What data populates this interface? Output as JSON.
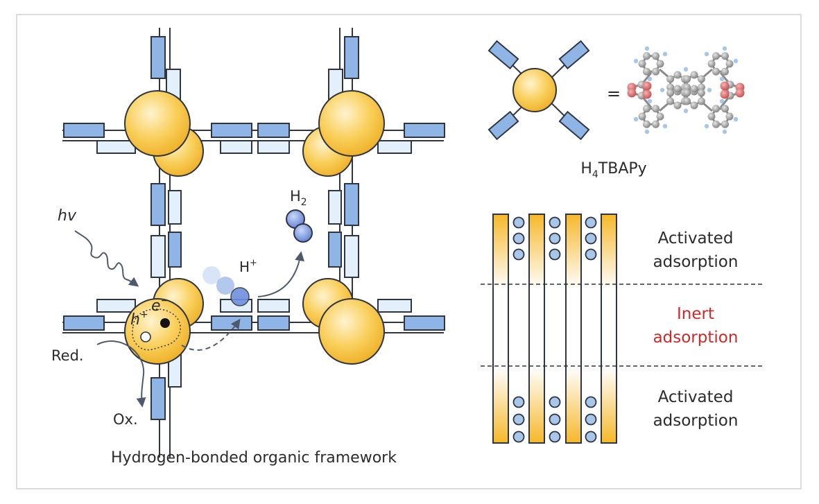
{
  "framework": {
    "caption": "Hydrogen-bonded organic framework",
    "hv": "hv",
    "h2": "H",
    "h2_sub": "2",
    "proton": "H",
    "proton_sup": "+",
    "hole": "h",
    "hole_sup": "+",
    "electron": "e",
    "electron_sup": "−",
    "red": "Red.",
    "ox": "Ox."
  },
  "molecule": {
    "equals": "=",
    "name_prefix": "H",
    "name_sub": "4",
    "name_suffix": "TBAPy"
  },
  "adsorption": {
    "top": [
      "Activated",
      "adsorption"
    ],
    "middle": [
      "Inert",
      "adsorption"
    ],
    "bottom": [
      "Activated",
      "adsorption"
    ]
  },
  "colors": {
    "node_yellow": "#f7c23c",
    "linker_blue": "#8fb4e6",
    "linker_light": "#e3f0fb",
    "h2_blue": "#6f8fdc",
    "inert_red": "#cc2a2a",
    "oxygen_red": "#d96a6a",
    "carbon_grey": "#9a9a9a",
    "hydrogen_blue": "#a8c6ea"
  }
}
